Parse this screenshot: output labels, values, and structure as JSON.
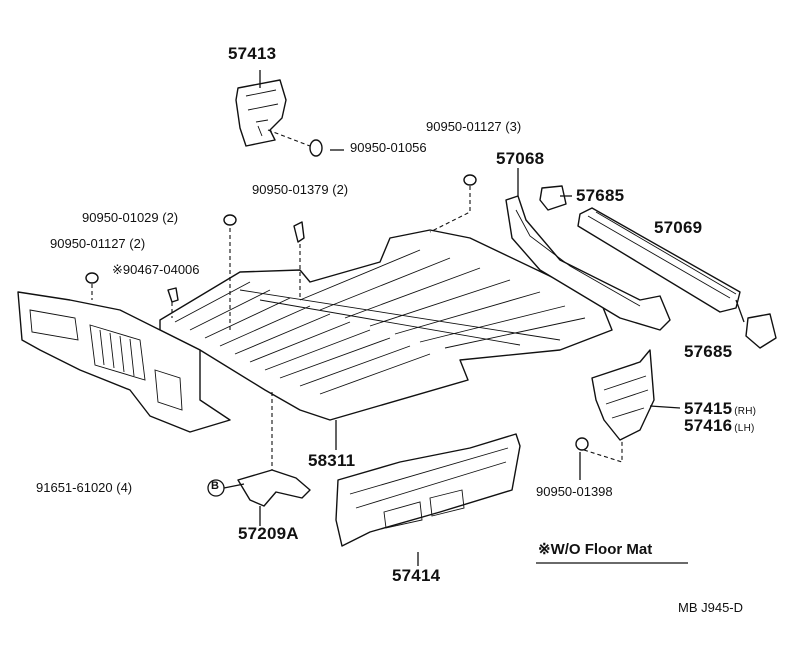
{
  "parts": {
    "p57413": "57413",
    "p90950_01056": "90950-01056",
    "p90950_01127_3": "90950-01127 (3)",
    "p57068": "57068",
    "p57685_top": "57685",
    "p57069": "57069",
    "p90950_01379": "90950-01379 (2)",
    "p90950_01029": "90950-01029 (2)",
    "p90950_01127_2": "90950-01127 (2)",
    "p90467_04006": "※90467-04006",
    "p57685_bottom": "57685",
    "p57415": "57415",
    "p57415_side": "(RH)",
    "p57416": "57416",
    "p57416_side": "(LH)",
    "p58311": "58311",
    "p91651_61020": "91651-61020 (4)",
    "p57209A": "57209A",
    "p90950_01398": "90950-01398",
    "p57414": "57414"
  },
  "callout_b": "B",
  "note": "※W/O Floor Mat",
  "footer_code": "MB  J945-D"
}
